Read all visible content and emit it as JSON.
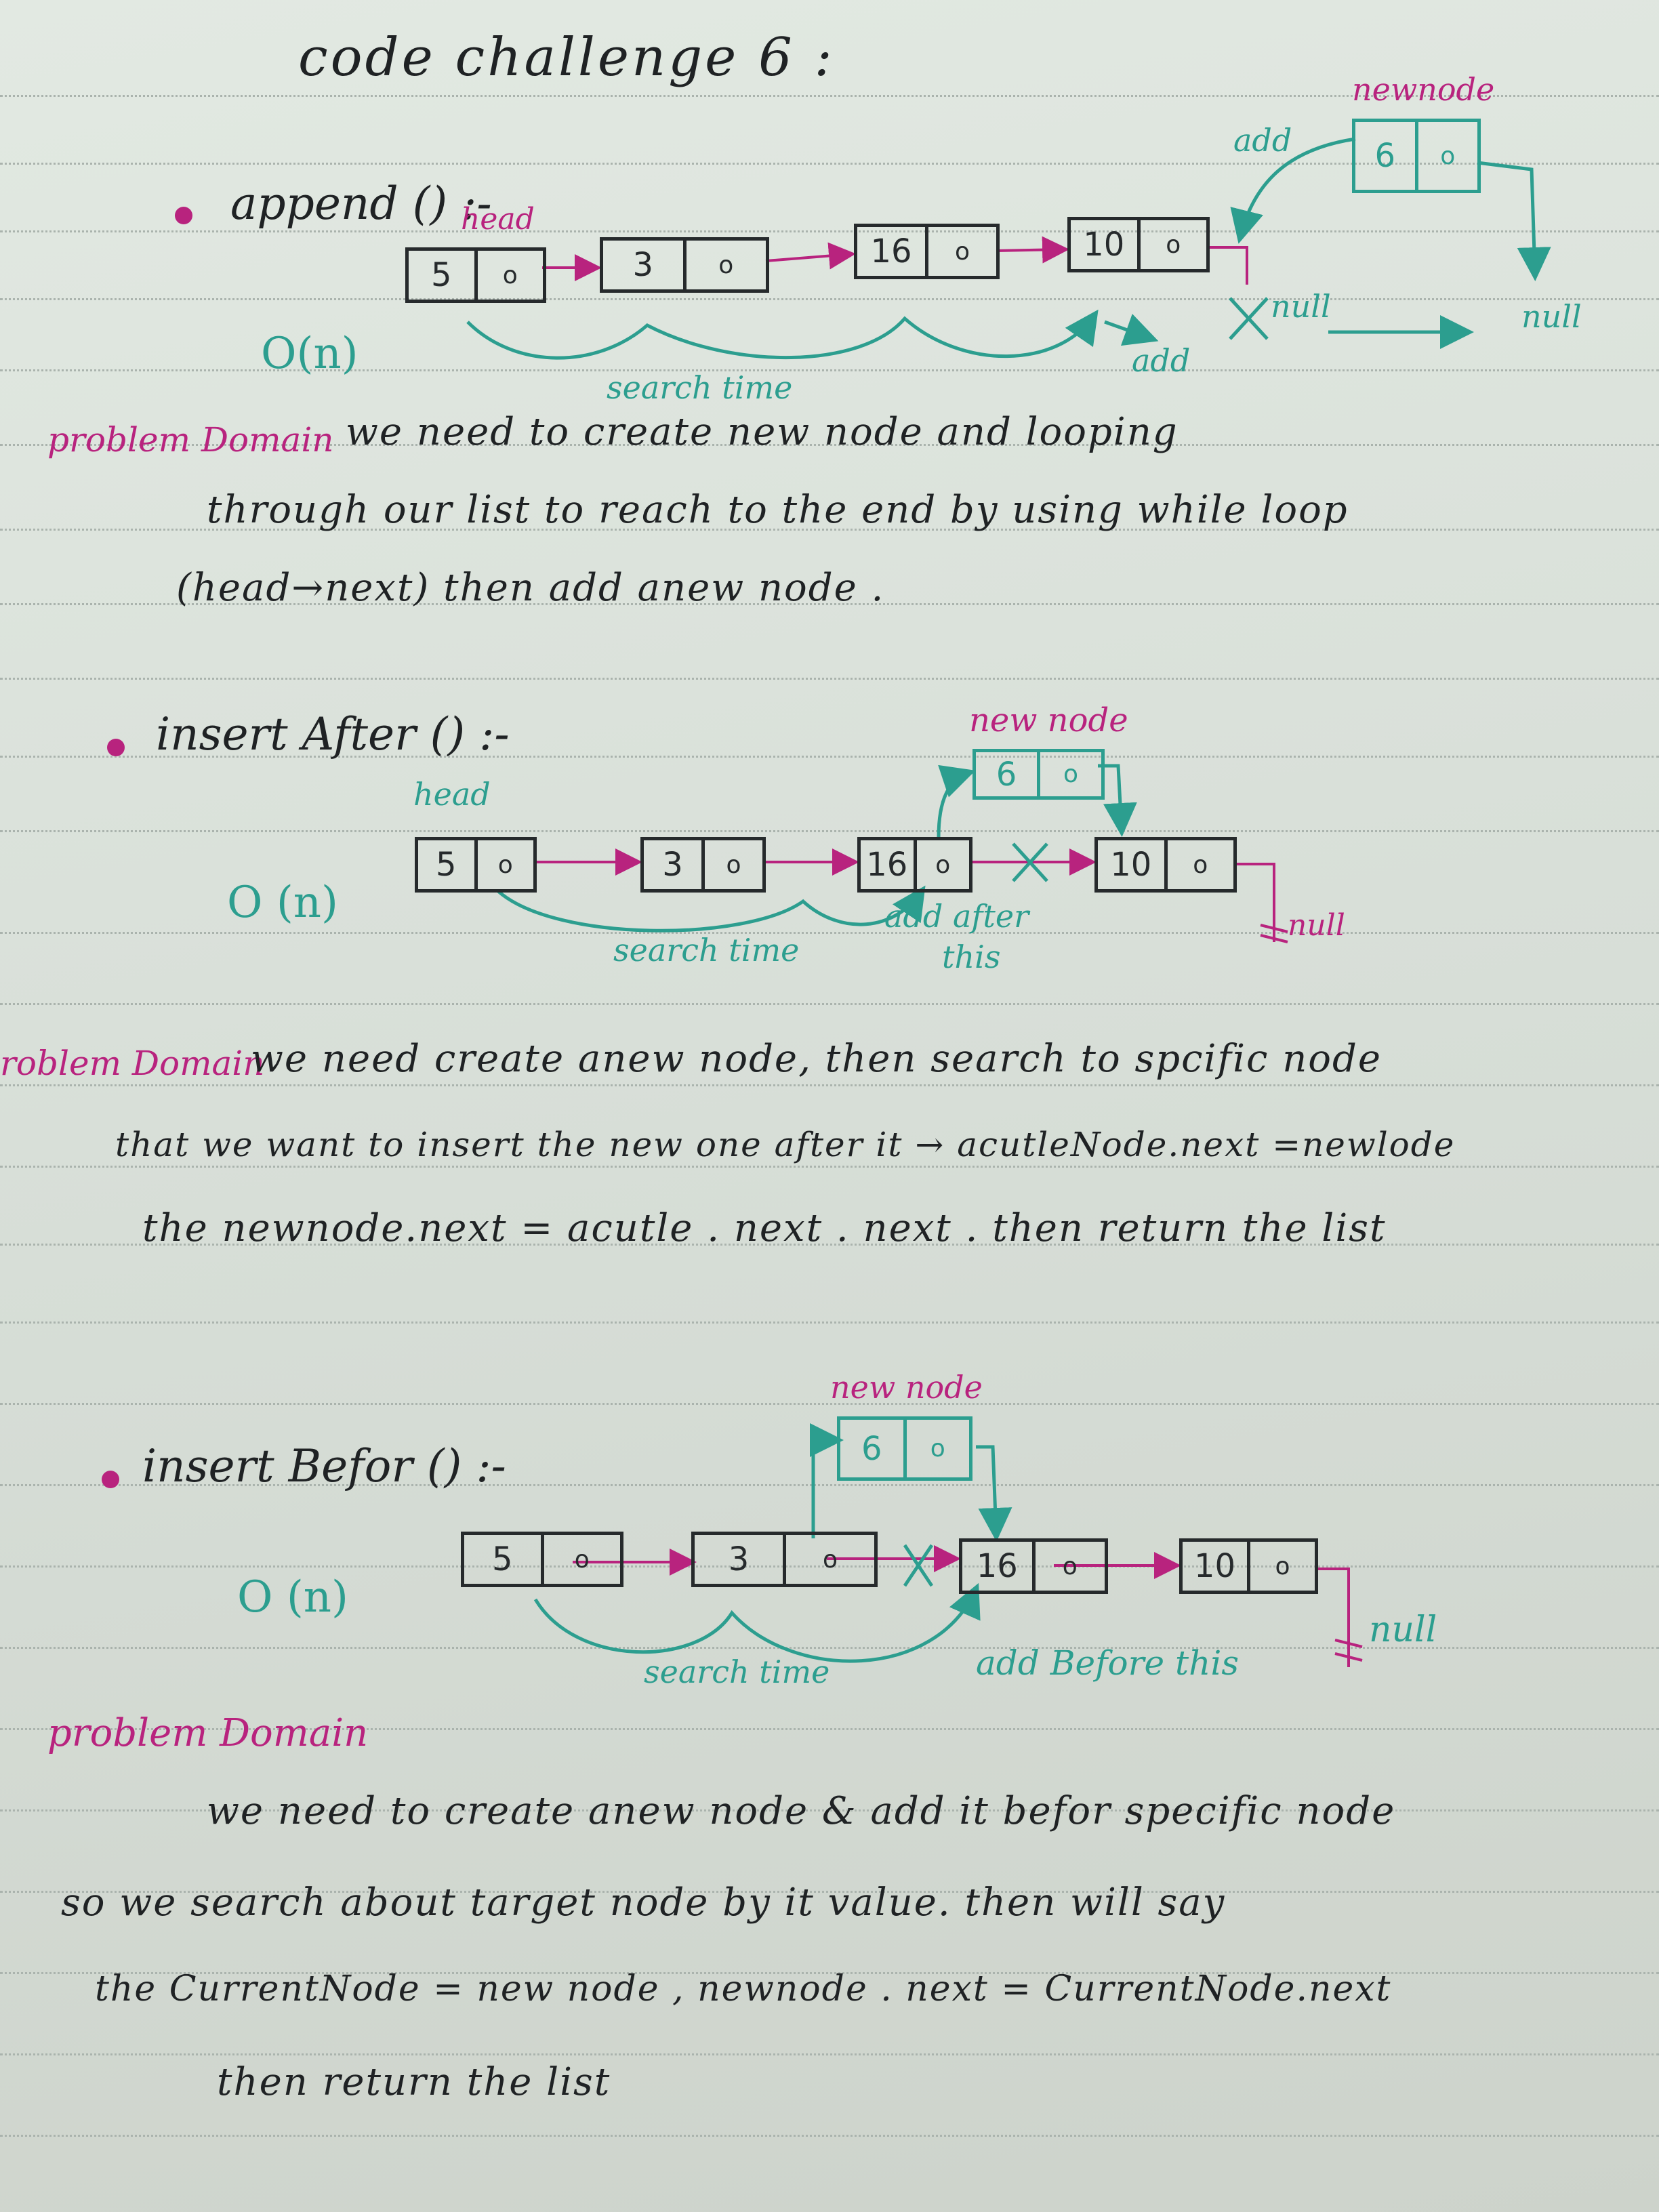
{
  "title": "code challenge 6 :",
  "colors": {
    "ink": "#1f2224",
    "magenta": "#b8237e",
    "teal": "#2c9e8f",
    "paper": "#dde5dd"
  },
  "sections": {
    "append": {
      "heading": "append () :-",
      "complexity": "O(n)",
      "head_label": "head",
      "nodes": [
        {
          "value": "5",
          "ptr": "o"
        },
        {
          "value": "3",
          "ptr": "o"
        },
        {
          "value": "16",
          "ptr": "o"
        },
        {
          "value": "10",
          "ptr": "o"
        }
      ],
      "new_node_label": "newnode",
      "new_node": {
        "value": "6",
        "ptr": "o"
      },
      "add_label_top": "add",
      "add_label_bottom": "add",
      "null_left": "null",
      "null_right": "null",
      "search_label": "search time",
      "problem_label": "problem Domain",
      "problem_lines": [
        "we need to create new node and looping",
        "through our list to reach to the end by using while loop",
        "(head→next) then add anew node ."
      ]
    },
    "insert_after": {
      "heading": "insert After () :-",
      "complexity": "O (n)",
      "head_label": "head",
      "nodes": [
        {
          "value": "5",
          "ptr": "o"
        },
        {
          "value": "3",
          "ptr": "o"
        },
        {
          "value": "16",
          "ptr": "o"
        },
        {
          "value": "10",
          "ptr": "o"
        }
      ],
      "new_node_label": "new node",
      "new_node": {
        "value": "6",
        "ptr": "o"
      },
      "null_label": "null",
      "search_label": "search time",
      "add_after_label_1": "add after",
      "add_after_label_2": "this",
      "problem_label": "roblem Domain",
      "problem_lines": [
        "we need create anew node, then search to spcific node",
        "that we want to insert the new one after it → acutleNode.next =newlode",
        "the newnode.next = acutle . next . next . then return the list"
      ]
    },
    "insert_before": {
      "heading": "insert Befor () :-",
      "complexity": "O (n)",
      "nodes": [
        {
          "value": "5",
          "ptr": "o"
        },
        {
          "value": "3",
          "ptr": "o"
        },
        {
          "value": "16",
          "ptr": "o"
        },
        {
          "value": "10",
          "ptr": "o"
        }
      ],
      "new_node_label": "new node",
      "new_node": {
        "value": "6",
        "ptr": "o"
      },
      "null_label": "null",
      "search_label": "search time",
      "add_before_label": "add Before this",
      "problem_label": "problem Domain",
      "problem_lines": [
        "we need to create anew node & add it befor specific node",
        "so we search about target node by it value. then will say",
        "the CurrentNode = new node , newnode . next = CurrentNode.next",
        "then return the list"
      ]
    }
  }
}
